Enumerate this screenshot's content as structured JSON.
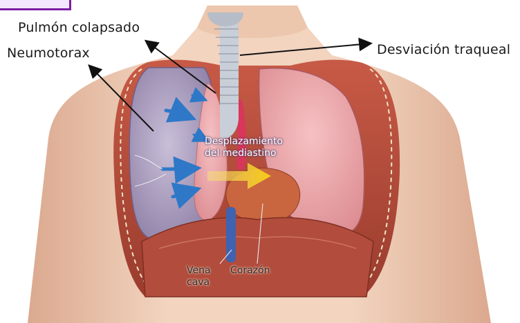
{
  "labels": {
    "collapsed_lung": "Pulmón colapsado",
    "pneumothorax": "Neumotorax",
    "tracheal_deviation": "Desviación traqueal",
    "mediastinal_shift_line1": "Desplazamiento",
    "mediastinal_shift_line2": "del mediastino",
    "vena_cava_line1": "Vena",
    "vena_cava_line2": "cava",
    "heart": "Corazón"
  },
  "colors": {
    "skin": "#efcdb3",
    "skin_shadow": "#d9a88c",
    "pleural_air": "#9c8fb2",
    "lung": "#e8a0a4",
    "muscle": "#b24c3c",
    "trachea": "#c9cfd8",
    "vena_cava": "#3f63b0",
    "shift_arrow": "#f2d21f",
    "air_arrows": "#2e78c7",
    "accent_box": "#7a1fa2"
  }
}
